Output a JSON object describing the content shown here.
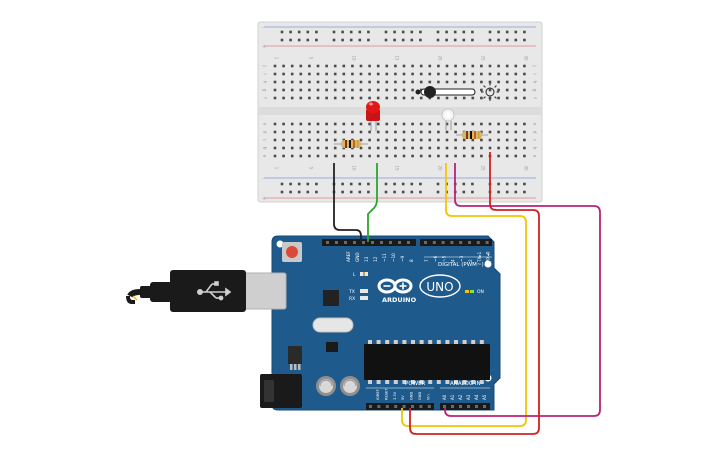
{
  "board": {
    "brand": "ARDUINO",
    "model": "UNO",
    "on_label": "ON",
    "led_l": "L",
    "tx": "TX",
    "rx": "RX",
    "digital_header": "DIGITAL (PWM~)",
    "power_header": "POWER",
    "analog_header": "ANALOG IN",
    "aref": "AREF",
    "gnd": "GND",
    "digital_pins": [
      "13",
      "12",
      "~11",
      "~10",
      "~9",
      "8",
      "7",
      "~6",
      "~5",
      "4",
      "~3",
      "2",
      "TX▸1",
      "RX◂0"
    ],
    "power_pins": [
      "IOREF",
      "RESET",
      "3.3V",
      "5V",
      "GND",
      "GND",
      "Vin"
    ],
    "analog_pins": [
      "A0",
      "A1",
      "A2",
      "A3",
      "A4",
      "A5"
    ]
  },
  "breadboard": {
    "columns": [
      "1",
      "",
      "",
      "",
      "5",
      "",
      "",
      "",
      "",
      "10",
      "",
      "",
      "",
      "",
      "15",
      "",
      "",
      "",
      "",
      "20",
      "",
      "",
      "",
      "",
      "25",
      "",
      "",
      "",
      "",
      "30"
    ],
    "rows_top": [
      "j",
      "i",
      "h",
      "g",
      "f"
    ],
    "rows_bottom": [
      "e",
      "d",
      "c",
      "b",
      "a"
    ],
    "rail_plus": "+",
    "rail_minus": "-"
  },
  "colors": {
    "board_blue": "#1e5a8c",
    "wire_black": "#222222",
    "wire_green": "#2ea62e",
    "wire_yellow": "#f2c500",
    "wire_red": "#d42020",
    "wire_magenta": "#b8237a",
    "led_red": "#e01818"
  }
}
